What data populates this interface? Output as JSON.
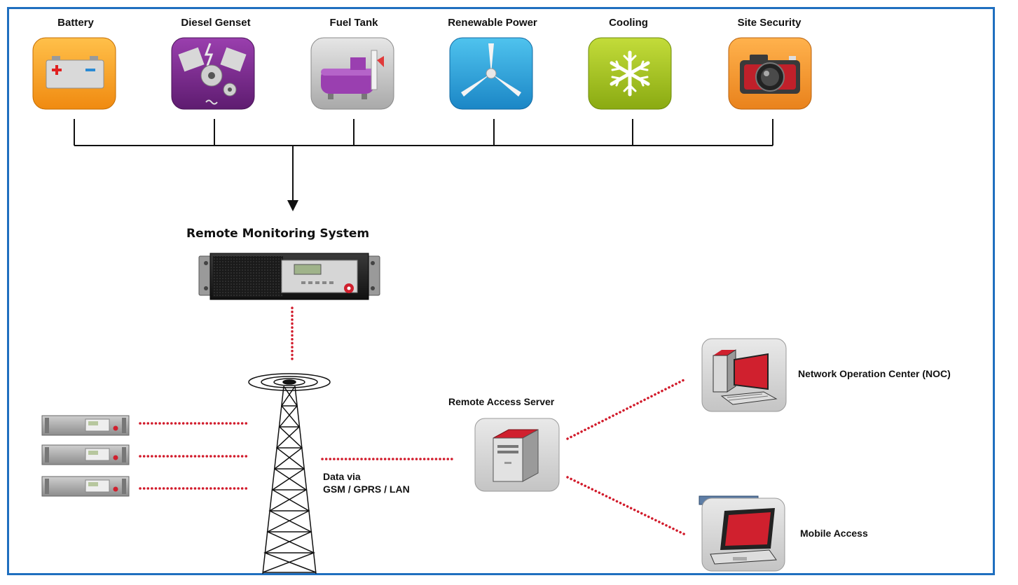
{
  "categories": [
    {
      "label": "Battery",
      "icon": "battery-icon",
      "color": "#f5a623"
    },
    {
      "label": "Diesel Genset",
      "icon": "diesel-genset-icon",
      "color": "#7a2a8c"
    },
    {
      "label": "Fuel Tank",
      "icon": "fuel-tank-icon",
      "color": "#b9b9b9"
    },
    {
      "label": "Renewable Power",
      "icon": "wind-turbine-icon",
      "color": "#2aa0d6"
    },
    {
      "label": "Cooling",
      "icon": "snowflake-icon",
      "color": "#a2c21e"
    },
    {
      "label": "Site Security",
      "icon": "camera-icon",
      "color": "#f19a2e"
    }
  ],
  "rms": {
    "title": "Remote Monitoring System"
  },
  "link": {
    "line1": "Data via",
    "line2": "GSM / GPRS / LAN"
  },
  "server": {
    "label": "Remote Access Server"
  },
  "noc": {
    "label": "Network Operation Center (NOC)"
  },
  "mobile": {
    "label": "Mobile Access"
  },
  "colors": {
    "frame": "#1f6fbf",
    "link": "#d11a2a",
    "accent_red": "#d0202e"
  }
}
